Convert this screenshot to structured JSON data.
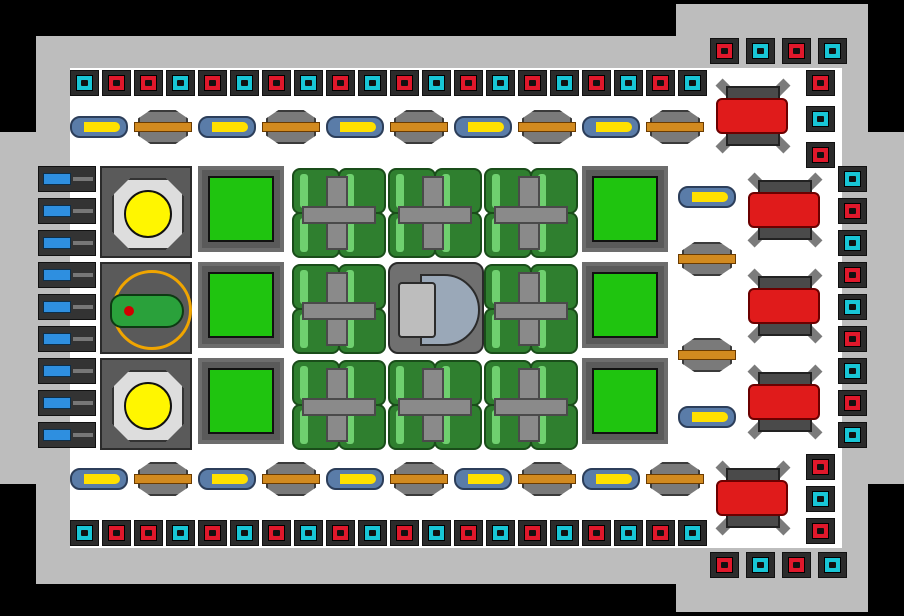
{
  "colors": {
    "background": "#000000",
    "hull": "#bdbdbd",
    "floor": "#ffffff",
    "armor_red": "#e0182b",
    "armor_cyan": "#18c6d6",
    "room_green": "#1fc40f",
    "reactor_yellow": "#fff600",
    "thruster_flame": "#ffe000",
    "weapon_orange": "#d28a1f",
    "heavy_red": "#e01b1b",
    "battery_blue": "#2e8fe0"
  },
  "icons": {
    "armor_block": "armor-block-icon",
    "green_room": "green-room-icon",
    "tank": "green-tank-icon",
    "pipe": "pipe-icon",
    "thruster": "thruster-icon",
    "gun": "gun-turret-icon",
    "heavy_turret": "heavy-turret-icon",
    "battery": "battery-icon",
    "reactor": "reactor-icon",
    "cockpit": "cockpit-icon",
    "core": "core-unit-icon"
  },
  "scene": {
    "top_armor_pattern": [
      "cyan",
      "red",
      "red",
      "cyan",
      "red",
      "cyan",
      "red",
      "cyan",
      "red",
      "cyan",
      "red",
      "cyan",
      "red",
      "cyan",
      "red",
      "cyan",
      "red",
      "cyan",
      "red",
      "cyan"
    ],
    "bottom_armor_pattern": [
      "cyan",
      "red",
      "red",
      "cyan",
      "red",
      "cyan",
      "red",
      "cyan",
      "red",
      "cyan",
      "red",
      "cyan",
      "red",
      "cyan",
      "red",
      "cyan",
      "red",
      "cyan",
      "red",
      "cyan"
    ]
  }
}
